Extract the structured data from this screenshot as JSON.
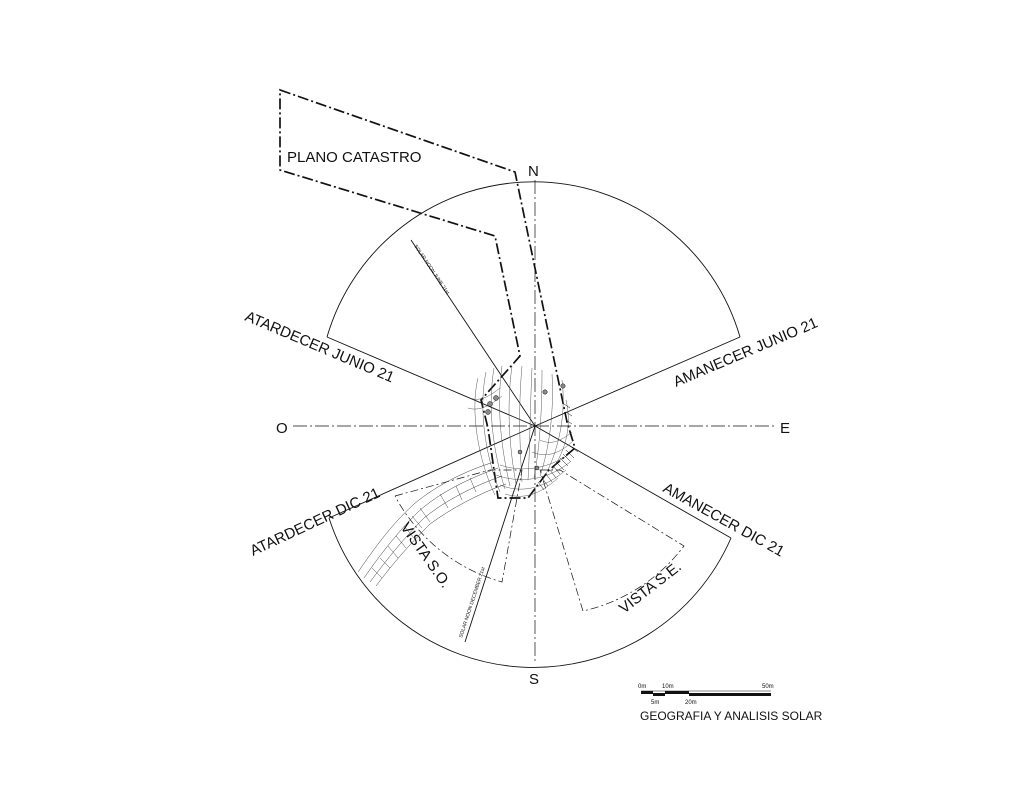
{
  "cardinals": {
    "north": "N",
    "south": "S",
    "east": "E",
    "west": "O"
  },
  "labels": {
    "plano_catastro": "PLANO CATASTRO",
    "atardecer_junio": "ATARDECER JUNIO 21",
    "amanecer_junio": "AMANECER JUNIO 21",
    "atardecer_dic": "ATARDECER DIC 21",
    "amanecer_dic": "AMANECER DIC 21",
    "vista_so": "VISTA S.O.",
    "vista_se": "VISTA S.E.",
    "solar_noon_june": "SOLAR NOON JUNE 21st",
    "solar_noon_dec": "SOLAR NOON DECEMBER 21st"
  },
  "scale_bar": {
    "ticks_top": [
      "0m",
      "10m",
      "50m"
    ],
    "ticks_bottom": [
      "5m",
      "20m"
    ]
  },
  "title": "GEOGRAFIA Y ANALISIS SOLAR",
  "colors": {
    "ink": "#111111",
    "background": "#ffffff"
  }
}
